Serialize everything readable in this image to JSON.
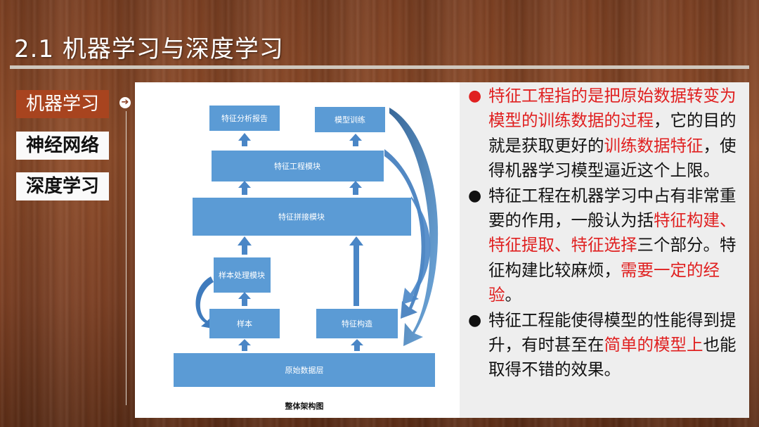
{
  "header": {
    "title": "2.1 机器学习与深度学习"
  },
  "nav": {
    "items": [
      {
        "label": "机器学习",
        "active": true
      },
      {
        "label": "神经网络",
        "active": false
      },
      {
        "label": "深度学习",
        "active": false
      }
    ],
    "arrow_icon": "circle-arrow-right-icon"
  },
  "diagram": {
    "caption": "整体架构图",
    "boxes": {
      "report": "特征分析报告",
      "training": "模型训练",
      "engineering": "特征工程模块",
      "splicing": "特征拼接模块",
      "sample_processing": "样本处理模块",
      "sample": "样本",
      "construction": "特征构造",
      "raw_data": "原始数据层"
    }
  },
  "content": {
    "bullets": [
      [
        {
          "text": "特征工程指的是把原始数据转变为模型的训练数据的过程",
          "highlight": true
        },
        {
          "text": "，它的目的就是获取更好的",
          "highlight": false
        },
        {
          "text": "训练数据特征",
          "highlight": true
        },
        {
          "text": "，使得机器学习模型逼近这个上限。",
          "highlight": false
        }
      ],
      [
        {
          "text": "特征工程在机器学习中占有非常重要的作用，一般认为括",
          "highlight": false
        },
        {
          "text": "特征构建、特征提取、特征选择",
          "highlight": true
        },
        {
          "text": "三个部分。特征构建比较麻烦，",
          "highlight": false
        },
        {
          "text": "需要一定的经验",
          "highlight": true
        },
        {
          "text": "。",
          "highlight": false
        }
      ],
      [
        {
          "text": "特征工程能使得模型的性能得到提升，有时甚至在",
          "highlight": false
        },
        {
          "text": "简单的模型上",
          "highlight": true
        },
        {
          "text": "也能取得不错的效果。",
          "highlight": false
        }
      ]
    ],
    "first_bullet_color": "#e02020",
    "highlight_color": "#e02020"
  },
  "colors": {
    "box": "#5b9bd5",
    "box_text": "#ffffff",
    "nav_active": "#a8441f"
  }
}
